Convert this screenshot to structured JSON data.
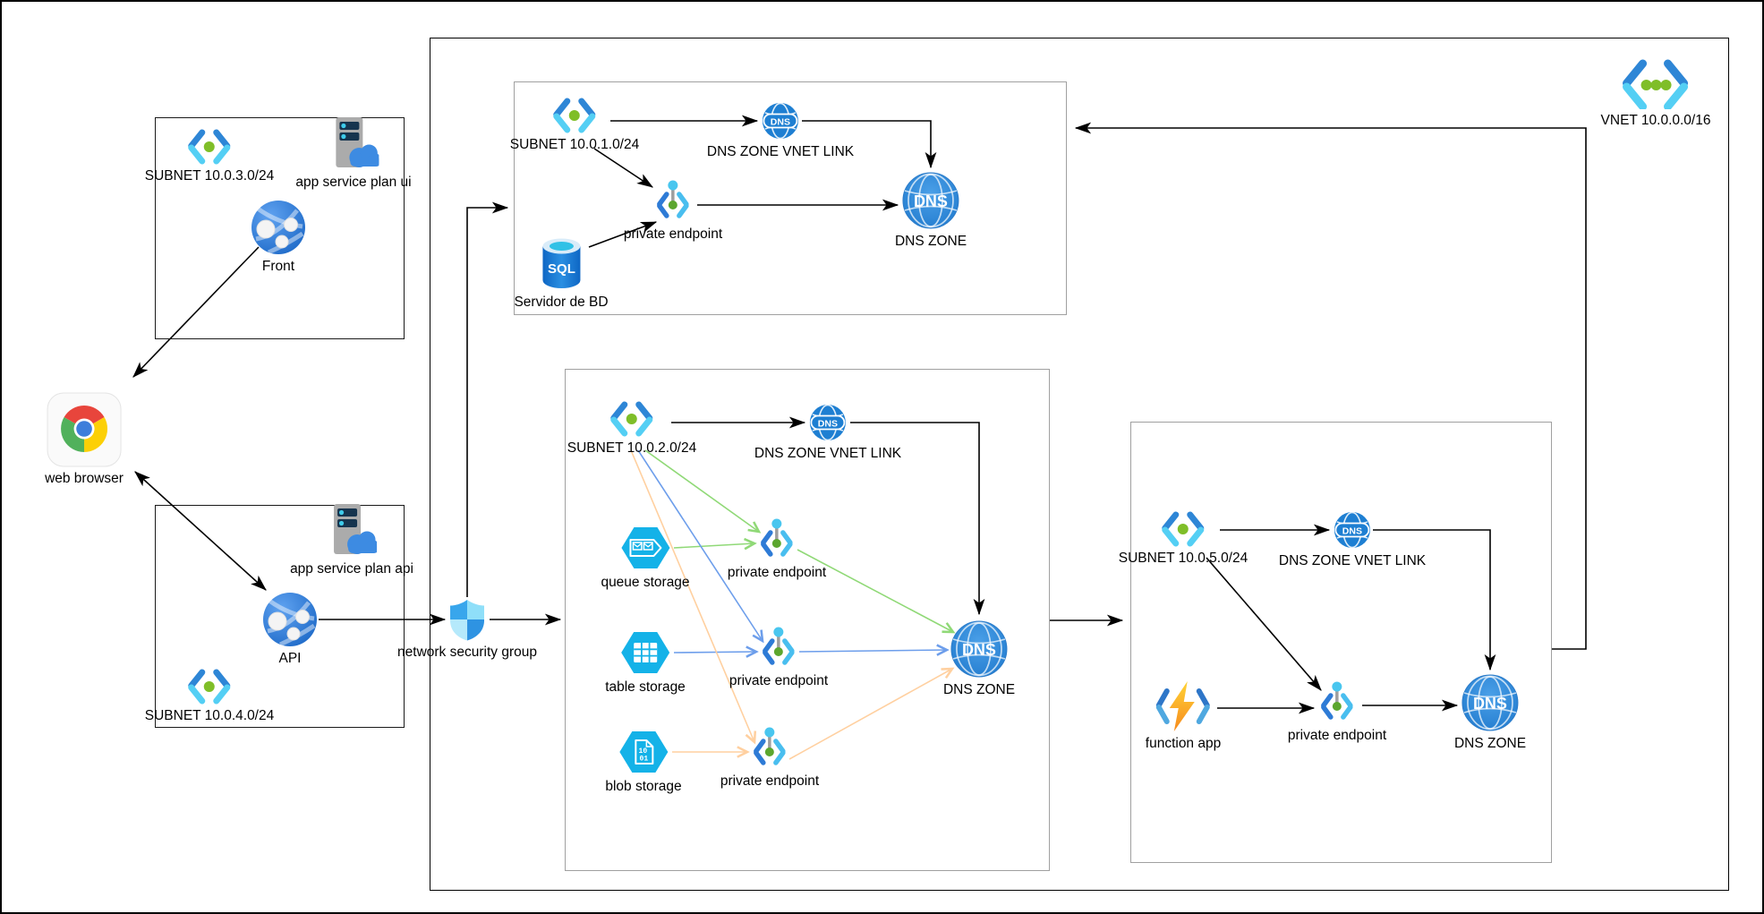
{
  "icons": {
    "dns_text": "DNS",
    "sql_text": "SQL",
    "blob_line1": "10",
    "blob_line2": "01"
  },
  "colors": {
    "azure_blue": "#1E7FD2",
    "storage_cyan": "#14B2E8",
    "green_line": "#90D977",
    "blue_line": "#6D9EEB",
    "orange_line": "#FFD0A0",
    "black_line": "#000000"
  },
  "vnet": {
    "label": "VNET 10.0.0.0/16"
  },
  "external": {
    "web_browser": "web browser",
    "nsg": "network security group",
    "ui_box": {
      "subnet": "SUBNET 10.0.3.0/24",
      "app_plan": "app service plan ui",
      "app": "Front"
    },
    "api_box": {
      "subnet": "SUBNET 10.0.4.0/24",
      "app_plan": "app service plan api",
      "app": "API"
    }
  },
  "subnet1": {
    "subnet": "SUBNET 10.0.1.0/24",
    "dns_link": "DNS ZONE VNET LINK",
    "pe": "private endpoint",
    "db": "Servidor de BD",
    "dns_zone": "DNS ZONE"
  },
  "subnet2": {
    "subnet": "SUBNET 10.0.2.0/24",
    "dns_link": "DNS ZONE VNET LINK",
    "queue": "queue storage",
    "pe_queue": "private endpoint",
    "table": "table storage",
    "pe_table": "private endpoint",
    "blob": "blob storage",
    "pe_blob": "private endpoint",
    "dns_zone": "DNS ZONE"
  },
  "subnet5": {
    "subnet": "SUBNET 10.0.5.0/24",
    "dns_link": "DNS ZONE VNET LINK",
    "func": "function app",
    "pe": "private endpoint",
    "dns_zone": "DNS ZONE"
  }
}
